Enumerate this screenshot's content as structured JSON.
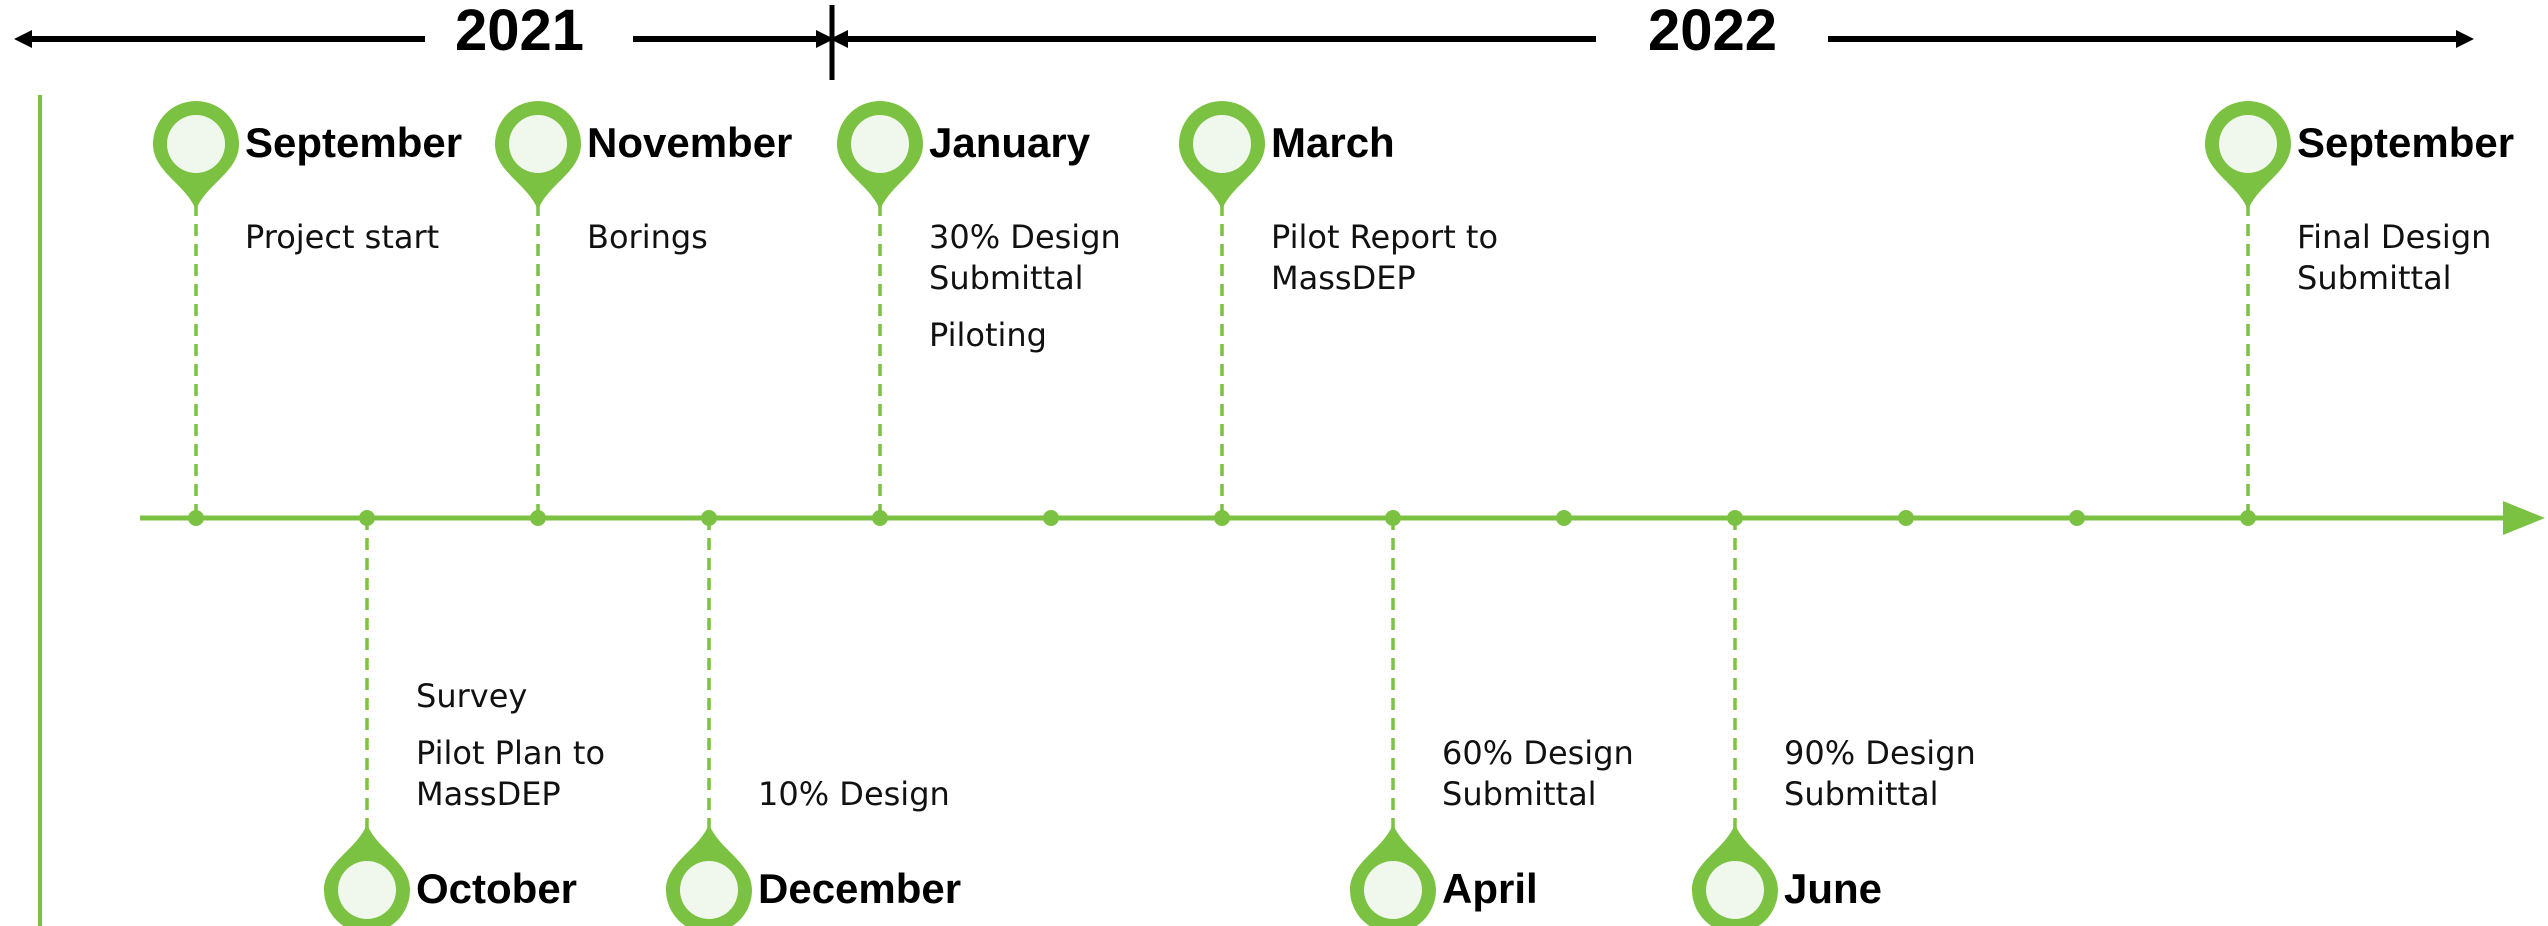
{
  "colors": {
    "accent": "#7cc242",
    "pin_fill": "#f0f7ec",
    "year_arrow": "#000000"
  },
  "years": [
    {
      "label": "2021"
    },
    {
      "label": "2022"
    }
  ],
  "milestones": [
    {
      "month": "September",
      "side": "top",
      "tick": 0,
      "icon": "map-pin-icon",
      "notes": [
        [
          "Project start"
        ]
      ]
    },
    {
      "month": "October",
      "side": "bottom",
      "tick": 1,
      "icon": "map-pin-icon",
      "notes": [
        [
          "Survey"
        ],
        [
          "Pilot Plan to",
          "MassDEP"
        ]
      ]
    },
    {
      "month": "November",
      "side": "top",
      "tick": 2,
      "icon": "map-pin-icon",
      "notes": [
        [
          "Borings"
        ]
      ]
    },
    {
      "month": "December",
      "side": "bottom",
      "tick": 3,
      "icon": "map-pin-icon",
      "notes": [
        [
          "10% Design"
        ]
      ]
    },
    {
      "month": "January",
      "side": "top",
      "tick": 4,
      "icon": "map-pin-icon",
      "notes": [
        [
          "30% Design",
          "Submittal"
        ],
        [
          "Piloting"
        ]
      ]
    },
    {
      "month": "March",
      "side": "top",
      "tick": 6,
      "icon": "map-pin-icon",
      "notes": [
        [
          "Pilot Report to",
          "MassDEP"
        ]
      ]
    },
    {
      "month": "April",
      "side": "bottom",
      "tick": 7,
      "icon": "map-pin-icon",
      "notes": [
        [
          "60% Design",
          "Submittal"
        ]
      ]
    },
    {
      "month": "June",
      "side": "bottom",
      "tick": 9,
      "icon": "map-pin-icon",
      "notes": [
        [
          "90% Design",
          "Submittal"
        ]
      ]
    },
    {
      "month": "September",
      "side": "top",
      "tick": 12,
      "icon": "map-pin-icon",
      "notes": [
        [
          "Final Design",
          "Submittal"
        ]
      ]
    }
  ]
}
